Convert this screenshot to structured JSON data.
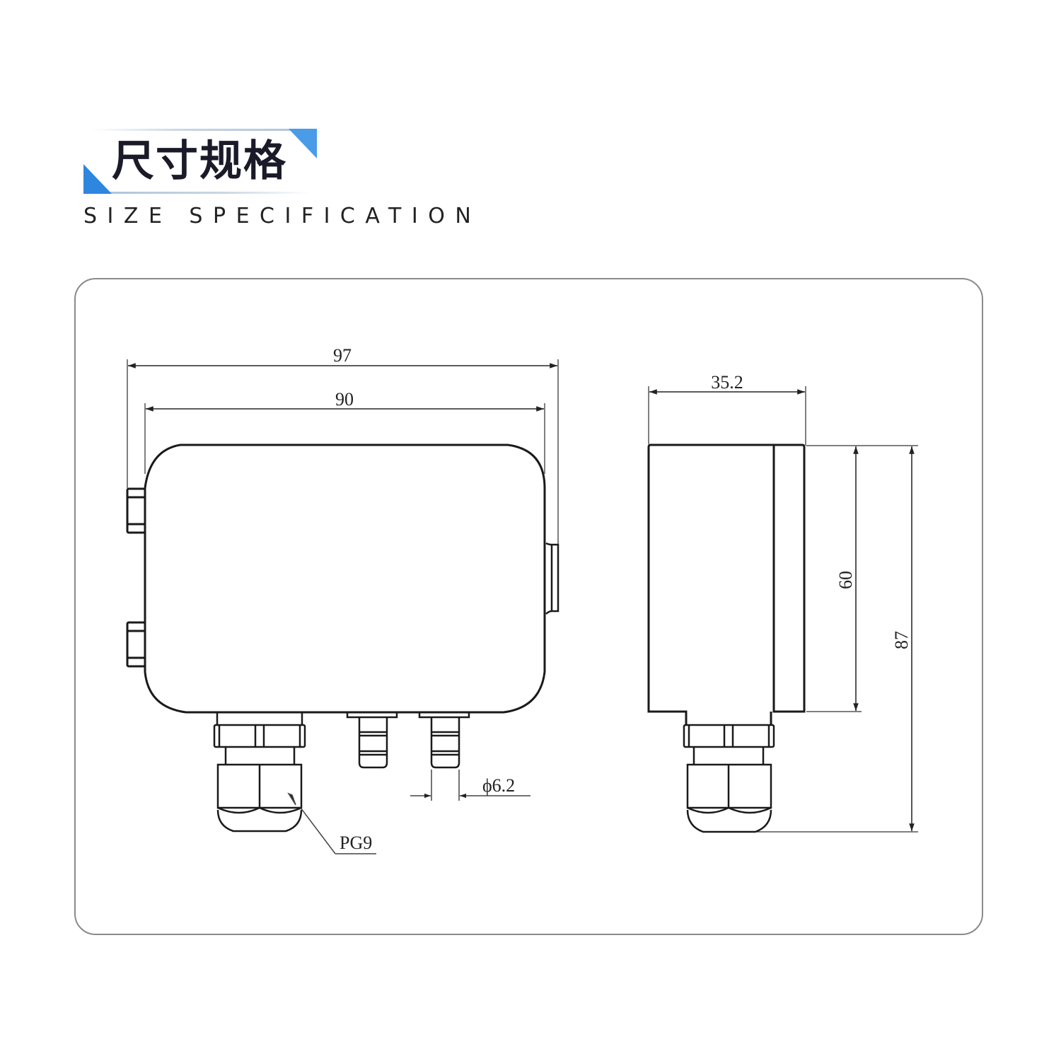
{
  "header": {
    "title_cn": "尺寸规格",
    "title_en": "SIZE SPECIFICATION",
    "accent_color": "#2f86df"
  },
  "drawing": {
    "front_view": {
      "dim_overall_width": "97",
      "dim_body_width": "90",
      "dim_hose_barb_diameter": "ϕ6.2",
      "cable_gland_label": "PG9"
    },
    "side_view": {
      "dim_depth": "35.2",
      "dim_body_height": "60",
      "dim_overall_height": "87"
    }
  }
}
